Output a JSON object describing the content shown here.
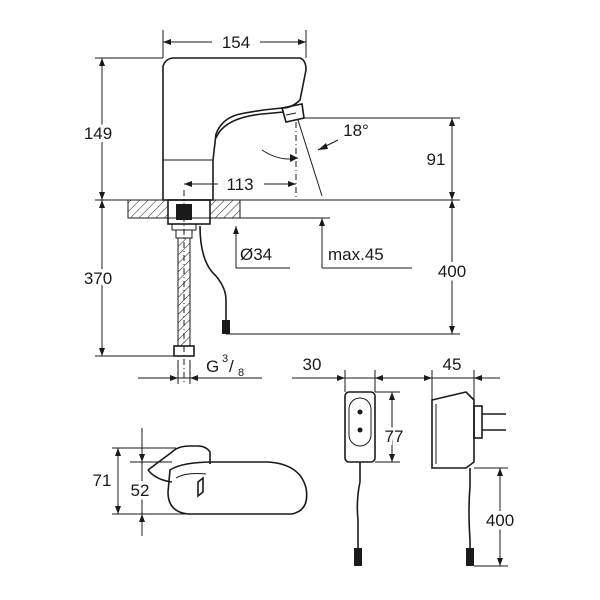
{
  "dimensions": {
    "top_width": "154",
    "faucet_height": "149",
    "spout_angle": "18°",
    "spout_height": "91",
    "spout_reach": "113",
    "hole_diameter": "Ø34",
    "deck_thickness": "max.45",
    "cable_length_top": "400",
    "hose_length": "370",
    "thread_main": "G",
    "thread_frac_num": "3",
    "thread_frac_den": "8",
    "adapter_width": "30",
    "adapter_depth": "45",
    "adapter_height": "77",
    "adapter_cable": "400",
    "lever_height": "71",
    "lever_body": "52"
  }
}
